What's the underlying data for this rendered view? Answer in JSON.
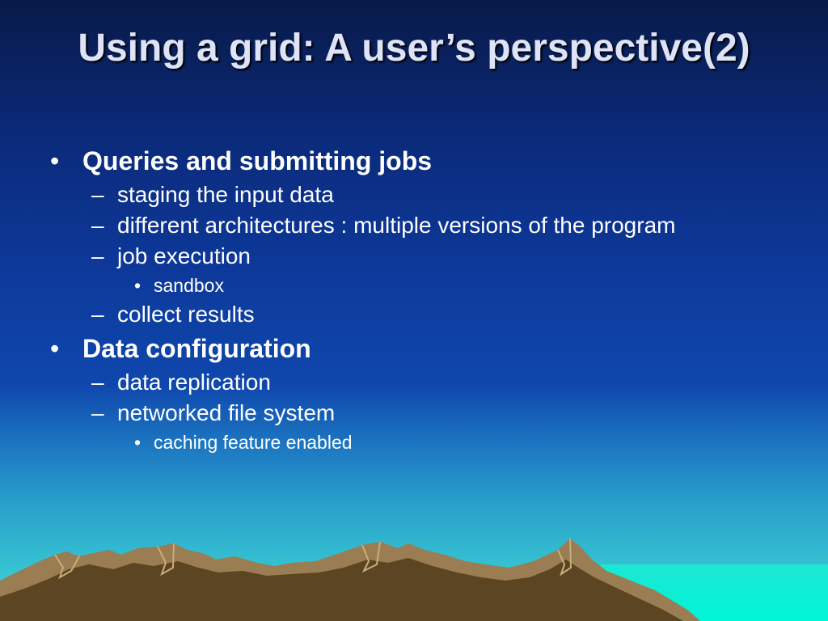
{
  "slide": {
    "title": "Using a grid: A user’s perspective(2)",
    "bullets": [
      {
        "text": "Queries and submitting jobs",
        "children": [
          {
            "text": "staging the input data",
            "children": []
          },
          {
            "text": "different architectures : multiple versions of the program",
            "children": []
          },
          {
            "text": "job execution",
            "children": [
              {
                "text": "sandbox"
              }
            ]
          },
          {
            "text": "collect results",
            "children": []
          }
        ]
      },
      {
        "text": "Data configuration",
        "children": [
          {
            "text": "data replication",
            "children": []
          },
          {
            "text": "networked file system",
            "children": [
              {
                "text": "caching feature enabled"
              }
            ]
          }
        ]
      }
    ],
    "markers": {
      "level1": "•",
      "level2": "–",
      "level3": "•"
    }
  }
}
